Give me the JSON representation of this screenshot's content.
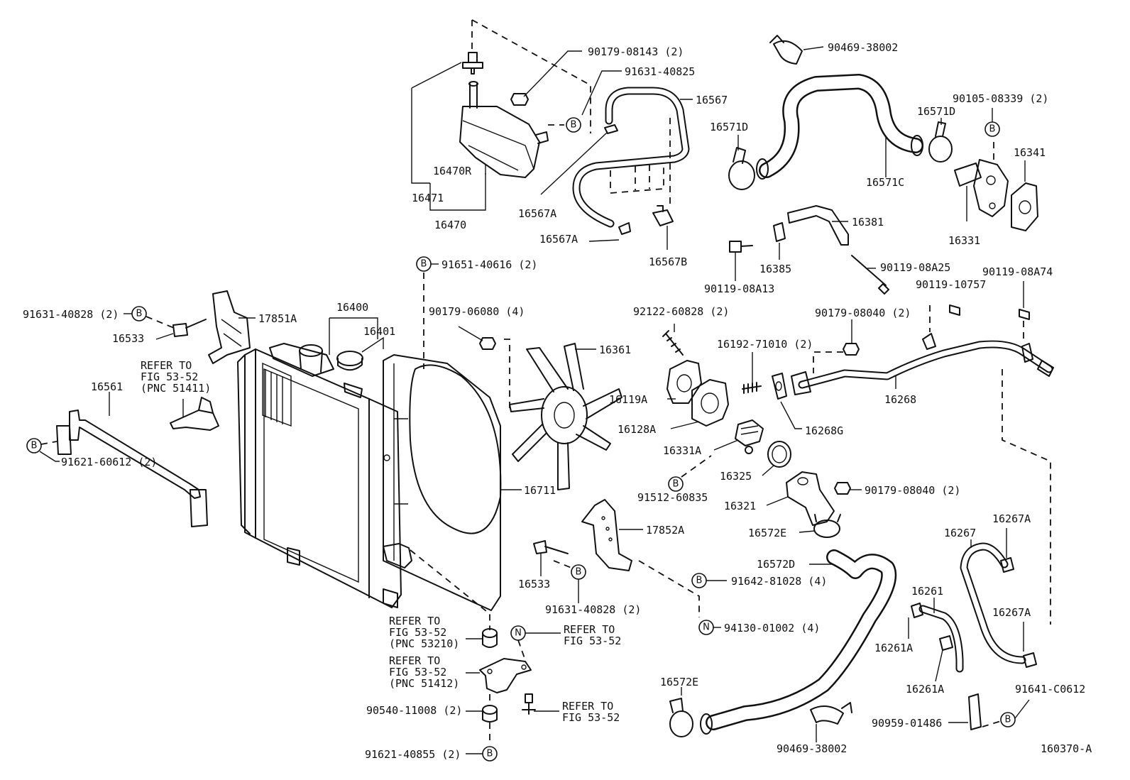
{
  "diagram_id": "160370-A",
  "symbols": {
    "b": "B",
    "n": "N"
  },
  "labels": {
    "p90179_08143": "90179-08143 (2)",
    "p91631_40825": "91631-40825",
    "p16567": "16567",
    "p16470R": "16470R",
    "p16471": "16471",
    "p16470": "16470",
    "p16567A_1": "16567A",
    "p16567A_2": "16567A",
    "p16567B": "16567B",
    "p90469_38002_top": "90469-38002",
    "p16571D_left": "16571D",
    "p16571D_right": "16571D",
    "p90105_08339": "90105-08339 (2)",
    "p16341": "16341",
    "p16571C": "16571C",
    "p16331": "16331",
    "p16381": "16381",
    "p16385": "16385",
    "p90119_08A25": "90119-08A25",
    "p90119_08A13": "90119-08A13",
    "p90119_08A74": "90119-08A74",
    "p90119_10757": "90119-10757",
    "p91651_40616": "91651-40616 (2)",
    "p91631_40828_left": "91631-40828 (2)",
    "p17851A": "17851A",
    "p16533_left": "16533",
    "p16400": "16400",
    "p16401": "16401",
    "p90179_06080": "90179-06080 (4)",
    "p16361": "16361",
    "p92122_60828": "92122-60828 (2)",
    "p16192_71010": "16192-71010 (2)",
    "p90179_08040_top": "90179-08040 (2)",
    "p16119A": "16119A",
    "p16128A": "16128A",
    "p16268": "16268",
    "p16268G": "16268G",
    "p16331A": "16331A",
    "p16325": "16325",
    "p91512_60835": "91512-60835",
    "p16321": "16321",
    "p90179_08040_mid": "90179-08040 (2)",
    "p16572E_mid": "16572E",
    "p16572D": "16572D",
    "p16561": "16561",
    "refer_51411_1": "REFER TO",
    "refer_51411_2": "FIG 53-52",
    "refer_51411_3": "(PNC 51411)",
    "p91621_60612": "91621-60612 (2)",
    "p16711": "16711",
    "p17852A": "17852A",
    "p16533_mid": "16533",
    "p91631_40828_mid": "91631-40828 (2)",
    "p91642_81028": "91642-81028 (4)",
    "p94130_01002": "94130-01002 (4)",
    "p16267A_top": "16267A",
    "p16267": "16267",
    "p16261": "16261",
    "p16267A_bottom": "16267A",
    "p16261A_1": "16261A",
    "p16261A_2": "16261A",
    "p91641_C0612": "91641-C0612",
    "p90959_01486": "90959-01486",
    "refer_53210_1": "REFER TO",
    "refer_53210_2": "FIG 53-52",
    "refer_53210_3": "(PNC 53210)",
    "refer_n_1": "REFER TO",
    "refer_n_2": "FIG 53-52",
    "refer_51412_1": "REFER TO",
    "refer_51412_2": "FIG 53-52",
    "refer_51412_3": "(PNC 51412)",
    "p90540_11008": "90540-11008 (2)",
    "refer_bolt_1": "REFER TO",
    "refer_bolt_2": "FIG 53-52",
    "p91621_40855": "91621-40855 (2)",
    "p16572E_bottom": "16572E",
    "p90469_38002_bottom": "90469-38002"
  }
}
